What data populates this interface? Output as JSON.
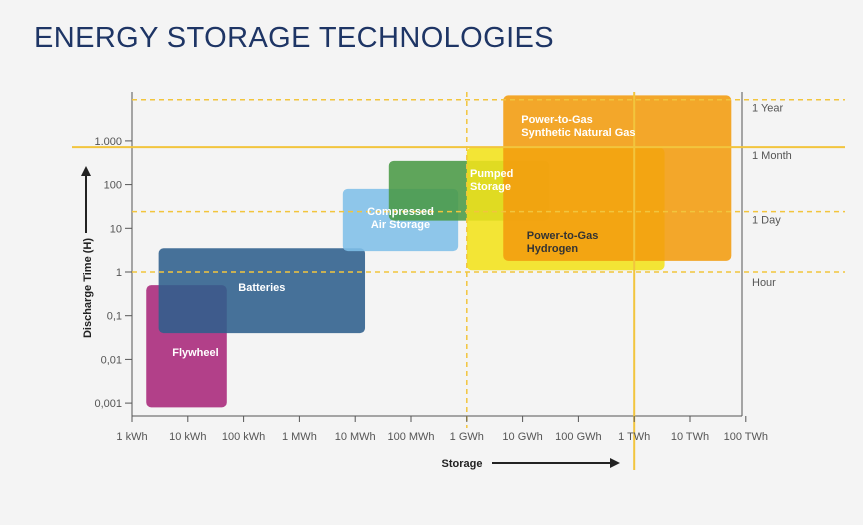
{
  "header": {
    "title": "ENERGY STORAGE TECHNOLOGIES"
  },
  "chart_data": {
    "type": "area",
    "title": "ENERGY STORAGE TECHNOLOGIES",
    "xlabel": "Storage",
    "ylabel": "Discharge Time (H)",
    "x_scale": "log",
    "y_scale": "log",
    "x_ticks": [
      "1 kWh",
      "10 kWh",
      "100 kWh",
      "1 MWh",
      "10 MWh",
      "100 MWh",
      "1 GWh",
      "10 GWh",
      "100 GWh",
      "1 TWh",
      "10 TWh",
      "100 TWh"
    ],
    "y_ticks": [
      "0,001",
      "0,01",
      "0,1",
      "1",
      "10",
      "100",
      "1.000"
    ],
    "y_ref_lines": [
      {
        "label": "Hour",
        "hours": 1
      },
      {
        "label": "1 Day",
        "hours": 24
      },
      {
        "label": "1 Month",
        "hours": 720
      },
      {
        "label": "1 Year",
        "hours": 8760
      }
    ],
    "x_ref_lines": [
      "1 GWh",
      "1 TWh"
    ],
    "regions": [
      {
        "name": "Flywheel",
        "color": "#a8277a",
        "x_kwh": [
          1.8,
          50
        ],
        "y_hours": [
          0.0008,
          0.5
        ]
      },
      {
        "name": "Batteries",
        "color": "#2d5f8c",
        "x_kwh": [
          3,
          15000
        ],
        "y_hours": [
          0.04,
          3.5
        ]
      },
      {
        "name": "Compressed Air Storage",
        "color": "#7fbfe8",
        "x_kwh": [
          6000,
          700000
        ],
        "y_hours": [
          3,
          80
        ]
      },
      {
        "name": "Pumped Storage",
        "color": "#4a9a45",
        "x_kwh": [
          40000,
          30000000
        ],
        "y_hours": [
          15,
          350
        ]
      },
      {
        "name": "Power-to-Gas Hydrogen",
        "color": "#f2e21a",
        "x_kwh": [
          1000000,
          3500000000
        ],
        "y_hours": [
          1.1,
          700
        ]
      },
      {
        "name": "Power-to-Gas Synthetic Natural Gas",
        "color": "#f39c0e",
        "x_kwh": [
          4500000,
          55000000000
        ],
        "y_hours": [
          1.8,
          11000
        ]
      }
    ],
    "grid": false,
    "legend": "none"
  }
}
